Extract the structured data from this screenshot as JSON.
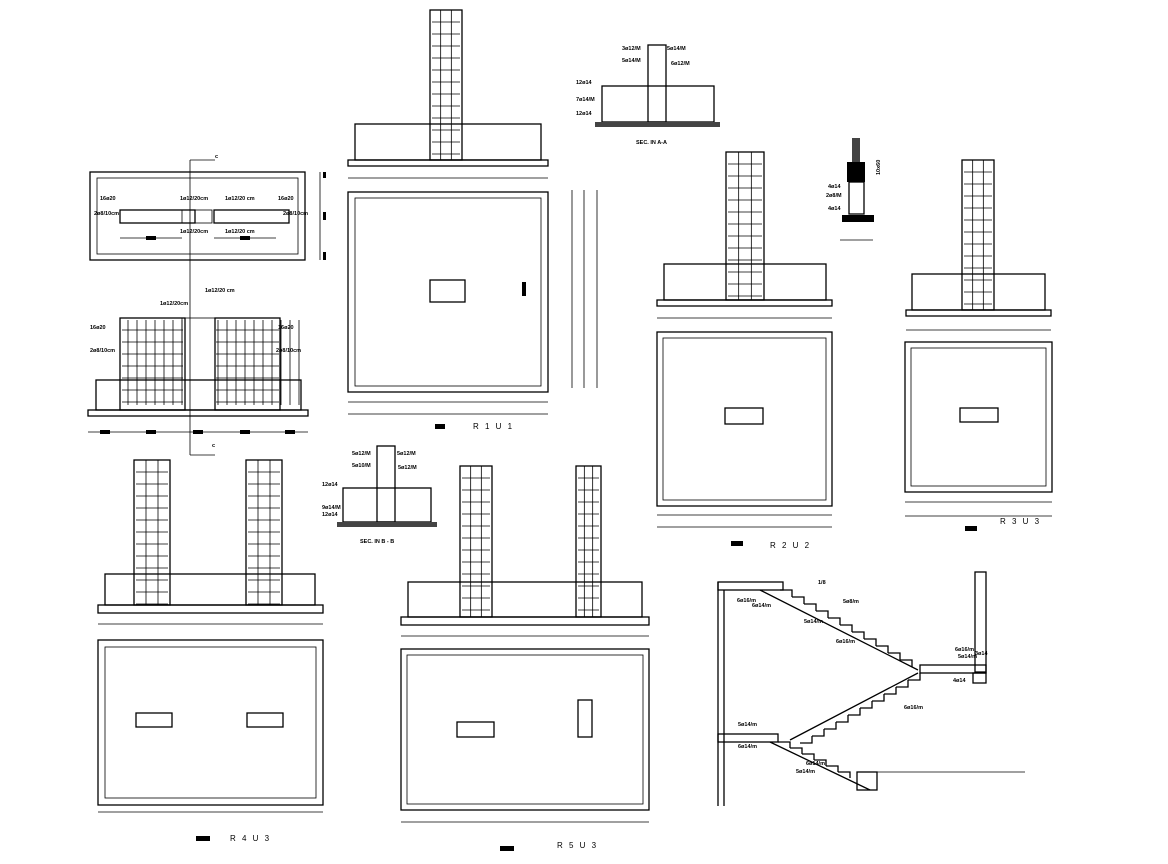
{
  "sheet": {
    "title": "Foundation and Stair Reinforcement Details",
    "colors": {
      "line": "#000000",
      "background": "#ffffff"
    }
  },
  "details": {
    "combined_footing_plan": {
      "labels": [
        "16ø20",
        "2ø8/10cm",
        "1ø12/20cm",
        "1ø12/20 cm",
        "1ø12/20cm",
        "1ø12/20 cm",
        "16ø20",
        "2ø8/10cm"
      ],
      "section_marks": [
        "c",
        "c"
      ]
    },
    "combined_footing_elevation": {
      "labels": [
        "1ø12/20 cm",
        "1ø12/20cm",
        "16ø20",
        "2ø8/10cm",
        "16ø20",
        "2ø8/10cm"
      ]
    },
    "section_a": {
      "labels": [
        "3ø12/M",
        "5ø14/M",
        "5ø14/M",
        "6ø12/M",
        "12ø14",
        "7ø14/M",
        "12ø14"
      ],
      "caption": "SEC. IN A-A"
    },
    "section_b": {
      "labels": [
        "5ø12/M",
        "5ø12/M",
        "5ø10/M",
        "5ø12/M",
        "12ø14",
        "9ø14/M",
        "12ø14"
      ],
      "caption": "SEC. IN B - B"
    },
    "beam_section": {
      "labels": [
        "4ø14",
        "2ø8/M",
        "4ø14",
        "10x60"
      ]
    },
    "footing_titles": [
      "R 1  U 1",
      "R 2  U 2",
      "R 3  U 3",
      "R 4  U 3",
      "R 5  U 3"
    ],
    "stair": {
      "labels": [
        "1/8",
        "6ø16/m",
        "6ø14/m",
        "5ø8/m",
        "5ø14/m",
        "6ø16/m",
        "6ø16/m",
        "5ø14/m",
        "3ø14",
        "4ø14",
        "6ø16/m",
        "5ø14/m",
        "6ø14/m",
        "6ø14/m",
        "5ø14/m"
      ]
    }
  }
}
